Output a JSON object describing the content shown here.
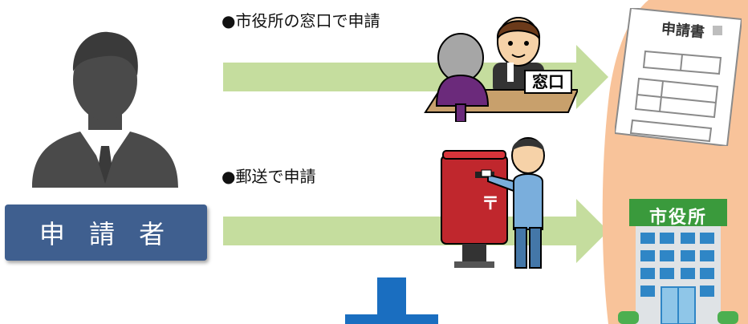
{
  "applicant": {
    "label": "申 請 者"
  },
  "routes": [
    {
      "caption": "●市役所の窓口で申請",
      "counter_sign": "窓口"
    },
    {
      "caption": "●郵送で申請"
    }
  ],
  "form": {
    "title": "申請書"
  },
  "city_hall": {
    "sign": "市役所"
  },
  "postbox": {
    "mark": "〒"
  },
  "colors": {
    "arrow": "#c5dd9e",
    "applicant_box": "#3f5f8f",
    "target_band": "#f8c39a",
    "down_arrow": "#1a6ec0",
    "building": "#2f86c6",
    "postbox": "#c0272d"
  }
}
